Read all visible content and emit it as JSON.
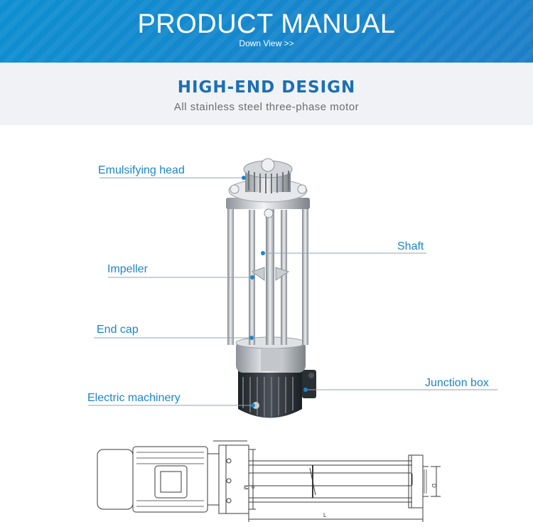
{
  "banner": {
    "title": "PRODUCT MANUAL",
    "subtitle": "Down View >>"
  },
  "section": {
    "title": "HIGH-END DESIGN",
    "subtitle": "All stainless steel three-phase motor"
  },
  "labels": {
    "emulsifying_head": "Emulsifying head",
    "shaft": "Shaft",
    "impeller": "Impeller",
    "end_cap": "End cap",
    "junction_box": "Junction box",
    "electric_machinery": "Electric machinery"
  },
  "drawing": {
    "dim_m": "M",
    "dim_p": "P",
    "dim_l": "L",
    "dim_d": "D"
  },
  "colors": {
    "banner": "#1583cc",
    "accent": "#1a6fb5",
    "label": "#1b86c8"
  }
}
